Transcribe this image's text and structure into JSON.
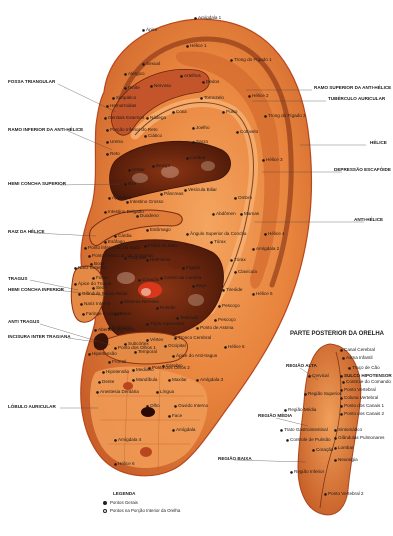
{
  "colors": {
    "skin": "#e8843d",
    "skin_light": "#f4a560",
    "skin_dark": "#b9471e",
    "crease": "#6a2410",
    "concha": "#4a1808",
    "point": "#1a1a1a"
  },
  "main_view": {
    "left_labels": [
      "FOSSA TRIANGULAR",
      "RAMO INFERIOR DA ANTI-HÉLICE",
      "HEMI CONCHA SUPERIOR",
      "RAIZ DA HÉLICE",
      "TRAGUS",
      "HEMI CONCHA INFERIOR",
      "ANTI TRAGUS",
      "INCISURA INTER TRAGIANA",
      "LÓBULO AURICULAR"
    ],
    "right_labels": [
      "RAMO SUPERIOR DA ANTI-HÉLICE",
      "TUBÉRCULO AURICULAR",
      "HÉLICE",
      "DEPRESSÃO ESCAFÓIDE",
      "ANTI-HÉLICE"
    ],
    "point_labels": [
      "Amígdala 1",
      "Ápice",
      "Hélice 1",
      "Trong do Fígado 1",
      "Hélice 2",
      "Trong do Fígado 2",
      "Hélice 3",
      "Hélice 4",
      "Amígdala 2",
      "Hélice 5",
      "Hélice 6",
      "Amígdala 3",
      "Amígdala 4",
      "Hélice 6",
      "Simpático",
      "Genitais Externos",
      "Nervoso",
      "Uretra",
      "Reto",
      "Ombro",
      "Cotovelo",
      "Pulso",
      "Dedos",
      "Clavícula",
      "Pescoço",
      "Tórax",
      "Abdômen",
      "Lombar",
      "Sacro",
      "Joelho",
      "Tornozelo",
      "Artelhos",
      "Coxa",
      "Nádega",
      "Ciático",
      "Rim",
      "Bexiga",
      "Ureter",
      "Pâncreas",
      "Vesícula Biliar",
      "Fígado",
      "Baço",
      "Estômago",
      "Duodeno",
      "Intestino Delgado",
      "Intestino Grosso",
      "Apêndice",
      "Esôfago",
      "Cárdia",
      "Boca",
      "Pulmão",
      "Coração",
      "Traqueia",
      "Triplo Aquecedor",
      "Endócrino",
      "Ovário",
      "Testículo",
      "Occipital",
      "Temporal",
      "Frontal",
      "Vértex",
      "Subcórtex",
      "Olho",
      "Língua",
      "Mandíbula",
      "Maxilar",
      "Ouvido Interno",
      "Amígdala",
      "Face",
      "Dente",
      "Nariz Externo",
      "Nariz Interno",
      "Faringe e Laringe",
      "Glândula Supra-Renal",
      "Ápice do Tragus",
      "Ápice do Anti-tragus",
      "Tronco Cerebral",
      "Ponto do Zero",
      "Ponto de Assma",
      "Helmintos",
      "Hipertensão",
      "Abertura do Plexo",
      "Tireóide",
      "Mamas",
      "Porção Inferior do Reto",
      "Hemorroidas",
      "Rinite",
      "Fome",
      "Sede",
      "Hipotensão",
      "Tórax",
      "Ângulo Superior da Concha",
      "Centro da Concha",
      "Pescoço",
      "Ponto Ínfero Lat. do Nariz",
      "Ponto Ínfero Lat. da Garganta",
      "Alérgico",
      "Cérebro",
      "Sistema Nervoso",
      "Mediano",
      "Sexual",
      "Anestesia Dentária",
      "Ponto dos Olhos 1",
      "Ponto dos Olhos 2"
    ]
  },
  "posterior_view": {
    "title": "PARTE POSTERIOR DA ORELHA",
    "region_labels": [
      "REGIÃO ALTA",
      "REGIÃO MÉDIA",
      "REGIÃO BAIXA"
    ],
    "points": [
      "Canal Cerebral",
      "Asma Infantil",
      "Traço de Cão",
      "Controle do Comando",
      "SULCO HIPOTENSOR",
      "Cervical",
      "Ponto Vertebral",
      "Coluna Vertebral",
      "Ponto dos Canais 1",
      "Ponto dos Canais 2",
      "Região Superior",
      "Região Média",
      "Trato Gastrointestinal",
      "Controle de Pulmão",
      "Sintomático",
      "Glândulas Pulmonares",
      "Lombar",
      "Coração",
      "Neuralgia",
      "Região Inferior",
      "Ponto Vertebral 2"
    ]
  },
  "legend": {
    "title": "LEGENDA",
    "items": [
      {
        "icon": "filled-dot-icon",
        "label": "Pontos Gerais"
      },
      {
        "icon": "hollow-dot-icon",
        "label": "Pontos na Porção Interior da Orelha"
      }
    ]
  }
}
